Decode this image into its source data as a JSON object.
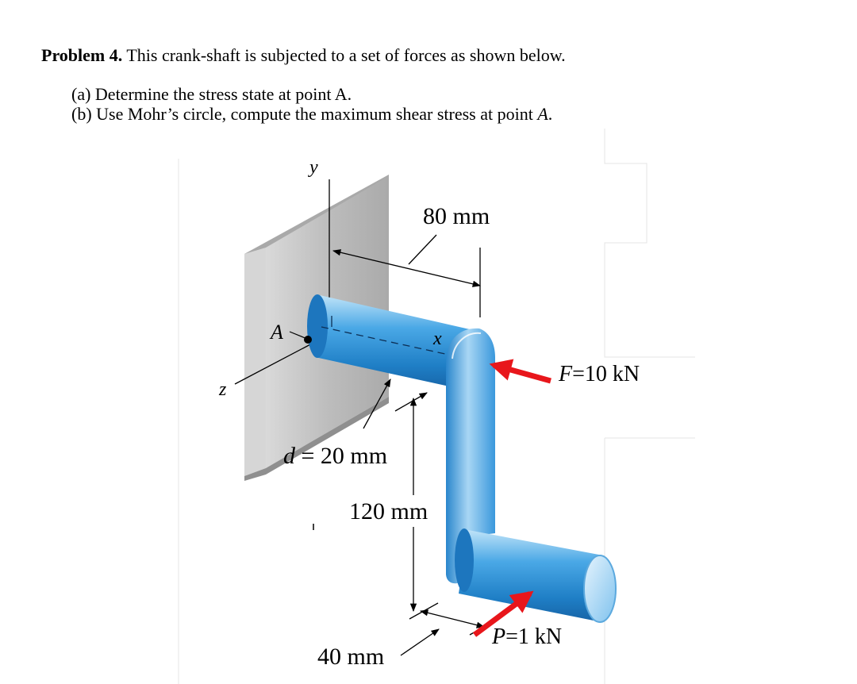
{
  "problem": {
    "heading": "Problem 4.",
    "statement": " This crank-shaft is subjected to a set of forces as shown below.",
    "part_a": "(a) Determine the stress state at point A.",
    "part_b_prefix": "(b) Use Mohr’s circle, compute the maximum shear stress at point ",
    "part_b_point": "A",
    "part_b_suffix": "."
  },
  "figure": {
    "axis_y": "y",
    "axis_x": "x",
    "axis_z": "z",
    "point_a": "A",
    "dim_80": "80 mm",
    "dim_d_sym": "d",
    "dim_d_rest": " = 20 mm",
    "dim_120": "120 mm",
    "dim_40": "40 mm",
    "force_f_sym": "F",
    "force_f_rest": "=10 kN",
    "force_p_sym": "P",
    "force_p_rest": "=1 kN",
    "colors": {
      "shaft": "#3a9ee0",
      "shaft_light": "#bfe3f8",
      "wall": "#c8c8c8",
      "force_arrow": "#e8161b"
    }
  }
}
